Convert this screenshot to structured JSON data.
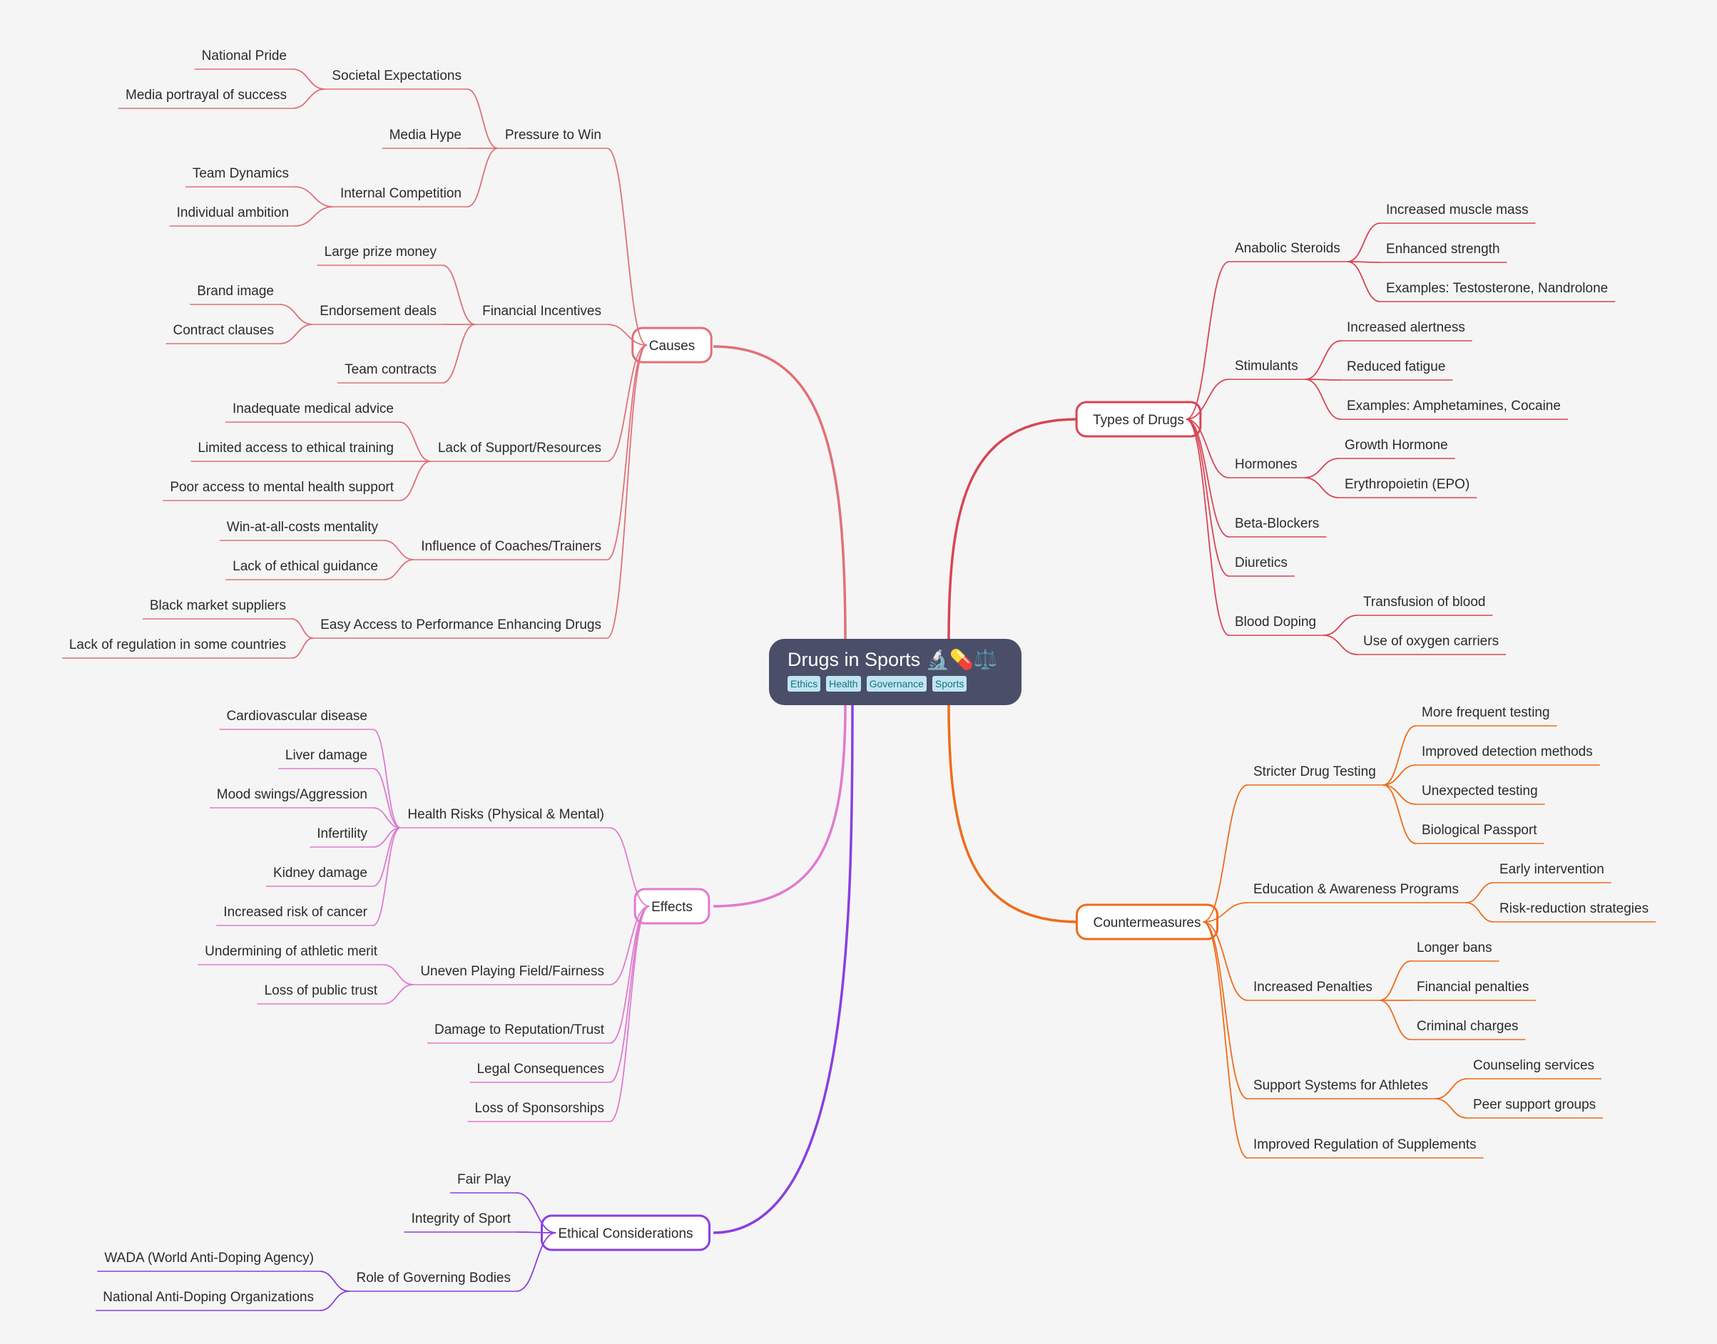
{
  "central": {
    "title": "Drugs in Sports 🔬💊⚖️",
    "tags": [
      "Ethics",
      "Health",
      "Governance",
      "Sports"
    ]
  },
  "colors": {
    "background": "#f5f5f5",
    "central_fill": "#4a4e69",
    "tag_fill": "#bfe6f0",
    "tag_text": "#1c6f86",
    "causes": "#e07078",
    "types": "#d94452",
    "effects": "#e07ad0",
    "countermeasures": "#ef6c1a",
    "ethics": "#8a3ee0"
  },
  "branches": {
    "causes": {
      "label": "Causes",
      "children": [
        {
          "label": "Pressure to Win",
          "children": [
            {
              "label": "Societal Expectations",
              "children": [
                {
                  "label": "National Pride"
                },
                {
                  "label": "Media portrayal of success"
                }
              ]
            },
            {
              "label": "Media Hype"
            },
            {
              "label": "Internal Competition",
              "children": [
                {
                  "label": "Team Dynamics"
                },
                {
                  "label": "Individual ambition"
                }
              ]
            }
          ]
        },
        {
          "label": "Financial Incentives",
          "children": [
            {
              "label": "Large prize money"
            },
            {
              "label": "Endorsement deals",
              "children": [
                {
                  "label": "Brand image"
                },
                {
                  "label": "Contract clauses"
                }
              ]
            },
            {
              "label": "Team contracts"
            }
          ]
        },
        {
          "label": "Lack of Support/Resources",
          "children": [
            {
              "label": "Inadequate medical advice"
            },
            {
              "label": "Limited access to ethical training"
            },
            {
              "label": "Poor access to mental health support"
            }
          ]
        },
        {
          "label": "Influence of Coaches/Trainers",
          "children": [
            {
              "label": "Win-at-all-costs mentality"
            },
            {
              "label": "Lack of ethical guidance"
            }
          ]
        },
        {
          "label": "Easy Access to Performance Enhancing Drugs",
          "children": [
            {
              "label": "Black market suppliers"
            },
            {
              "label": "Lack of regulation in some countries"
            }
          ]
        }
      ]
    },
    "types": {
      "label": "Types of Drugs",
      "children": [
        {
          "label": "Anabolic Steroids",
          "children": [
            {
              "label": "Increased muscle mass"
            },
            {
              "label": "Enhanced strength"
            },
            {
              "label": "Examples: Testosterone, Nandrolone"
            }
          ]
        },
        {
          "label": "Stimulants",
          "children": [
            {
              "label": "Increased alertness"
            },
            {
              "label": "Reduced fatigue"
            },
            {
              "label": "Examples: Amphetamines, Cocaine"
            }
          ]
        },
        {
          "label": "Hormones",
          "children": [
            {
              "label": "Growth Hormone"
            },
            {
              "label": "Erythropoietin (EPO)"
            }
          ]
        },
        {
          "label": "Beta-Blockers"
        },
        {
          "label": "Diuretics"
        },
        {
          "label": "Blood Doping",
          "children": [
            {
              "label": "Transfusion of blood"
            },
            {
              "label": "Use of oxygen carriers"
            }
          ]
        }
      ]
    },
    "effects": {
      "label": "Effects",
      "children": [
        {
          "label": "Health Risks (Physical & Mental)",
          "children": [
            {
              "label": "Cardiovascular disease"
            },
            {
              "label": "Liver damage"
            },
            {
              "label": "Mood swings/Aggression"
            },
            {
              "label": "Infertility"
            },
            {
              "label": "Kidney damage"
            },
            {
              "label": "Increased risk of cancer"
            }
          ]
        },
        {
          "label": "Uneven Playing Field/Fairness",
          "children": [
            {
              "label": "Undermining of athletic merit"
            },
            {
              "label": "Loss of public trust"
            }
          ]
        },
        {
          "label": "Damage to Reputation/Trust"
        },
        {
          "label": "Legal Consequences"
        },
        {
          "label": "Loss of Sponsorships"
        }
      ]
    },
    "countermeasures": {
      "label": "Countermeasures",
      "children": [
        {
          "label": "Stricter Drug Testing",
          "children": [
            {
              "label": "More frequent testing"
            },
            {
              "label": "Improved detection methods"
            },
            {
              "label": "Unexpected testing"
            },
            {
              "label": "Biological Passport"
            }
          ]
        },
        {
          "label": "Education & Awareness Programs",
          "children": [
            {
              "label": "Early intervention"
            },
            {
              "label": "Risk-reduction strategies"
            }
          ]
        },
        {
          "label": "Increased Penalties",
          "children": [
            {
              "label": "Longer bans"
            },
            {
              "label": "Financial penalties"
            },
            {
              "label": "Criminal charges"
            }
          ]
        },
        {
          "label": "Support Systems for Athletes",
          "children": [
            {
              "label": "Counseling services"
            },
            {
              "label": "Peer support groups"
            }
          ]
        },
        {
          "label": "Improved Regulation of Supplements"
        }
      ]
    },
    "ethics": {
      "label": "Ethical Considerations",
      "children": [
        {
          "label": "Fair Play"
        },
        {
          "label": "Integrity of Sport"
        },
        {
          "label": "Role of Governing Bodies",
          "children": [
            {
              "label": "WADA (World Anti-Doping Agency)"
            },
            {
              "label": "National Anti-Doping Organizations"
            }
          ]
        }
      ]
    }
  }
}
